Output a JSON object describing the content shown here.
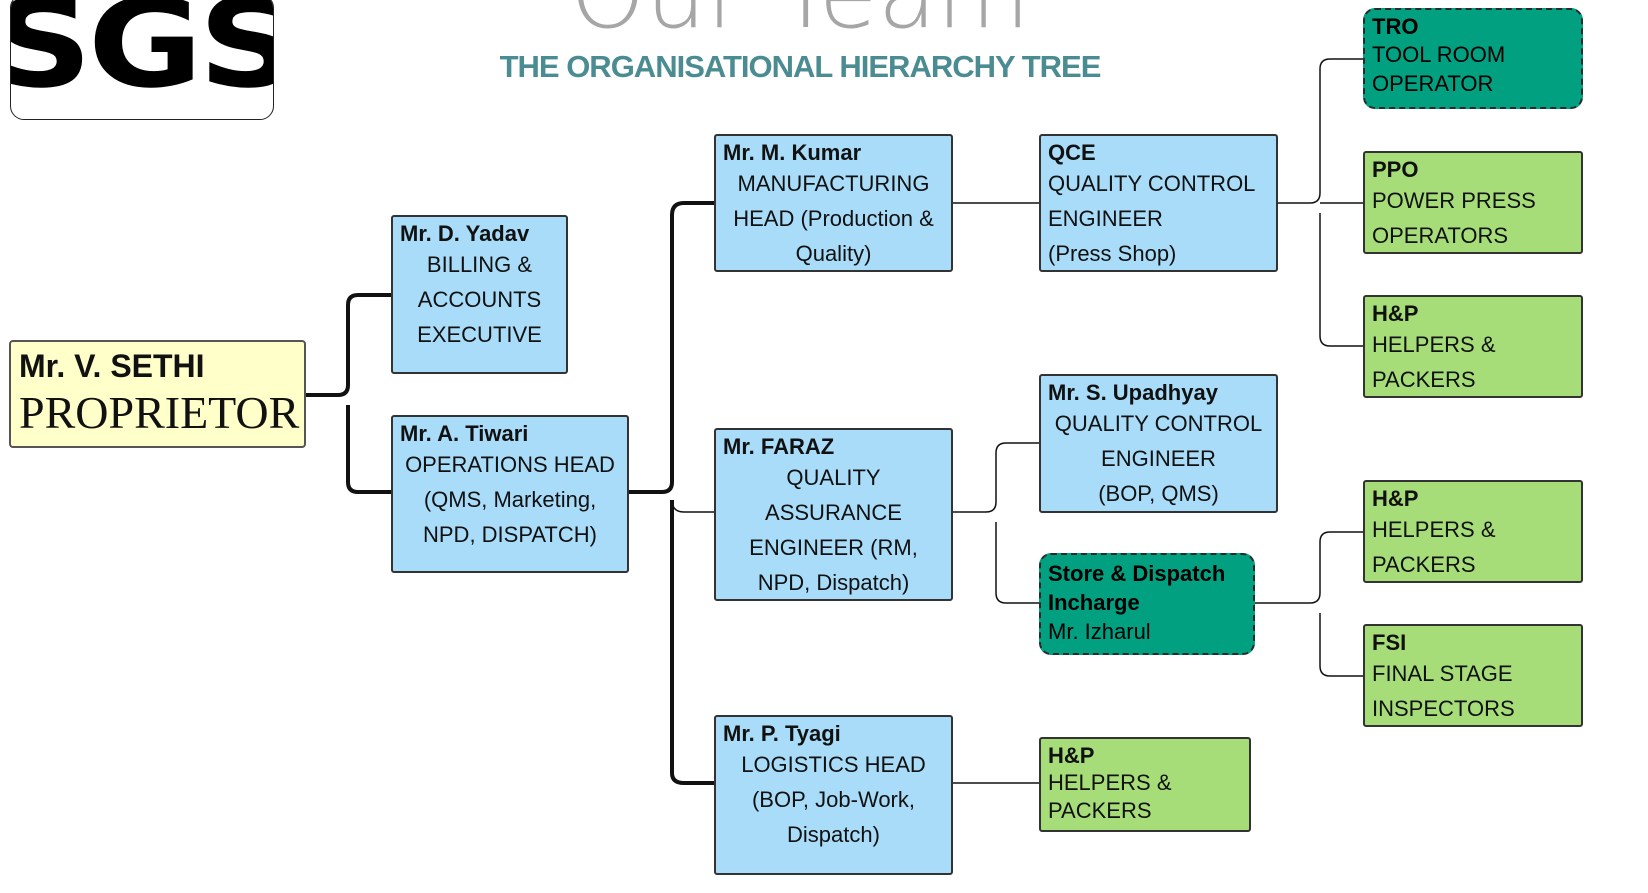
{
  "header": {
    "logo_text": "SGS",
    "title": "Our Team",
    "subtitle": "THE ORGANISATIONAL HIERARCHY TREE"
  },
  "colors": {
    "root_fill": "#ffffca",
    "manager_fill": "#a9dcf9",
    "staff_fill": "#a6dd79",
    "incharge_fill": "#00a081",
    "subtitle_color": "#4a8c92"
  },
  "nodes": {
    "sethi": {
      "name": "Mr. V. SETHI",
      "role": "PROPRIETOR"
    },
    "yadav": {
      "name": "Mr. D. Yadav",
      "role": "BILLING &\nACCOUNTS\nEXECUTIVE"
    },
    "tiwari": {
      "name": "Mr. A. Tiwari",
      "role": "OPERATIONS HEAD\n(QMS, Marketing,\nNPD, DISPATCH)"
    },
    "kumar": {
      "name": "Mr. M. Kumar",
      "role": "MANUFACTURING\nHEAD (Production &\nQuality)"
    },
    "faraz": {
      "name": "Mr. FARAZ",
      "role": "QUALITY\nASSURANCE\nENGINEER (RM,\nNPD, Dispatch)"
    },
    "tyagi": {
      "name": "Mr. P. Tyagi",
      "role": "LOGISTICS HEAD\n(BOP, Job-Work,\nDispatch)"
    },
    "qce": {
      "name": "QCE",
      "role": "QUALITY CONTROL\nENGINEER\n(Press Shop)"
    },
    "upadhyay": {
      "name": "Mr. S. Upadhyay",
      "role": "QUALITY CONTROL\nENGINEER\n(BOP, QMS)"
    },
    "store": {
      "name": "Store & Dispatch\nIncharge",
      "role": "Mr. Izharul"
    },
    "hp_tyagi": {
      "name": "H&P",
      "role": "HELPERS &\nPACKERS"
    },
    "tro": {
      "name": "TRO",
      "role": "TOOL ROOM\nOPERATOR"
    },
    "ppo": {
      "name": "PPO",
      "role": "POWER PRESS\nOPERATORS"
    },
    "hp_qce": {
      "name": "H&P",
      "role": "HELPERS &\nPACKERS"
    },
    "hp_store": {
      "name": "H&P",
      "role": "HELPERS &\nPACKERS"
    },
    "fsi": {
      "name": "FSI",
      "role": "FINAL STAGE\nINSPECTORS"
    }
  }
}
